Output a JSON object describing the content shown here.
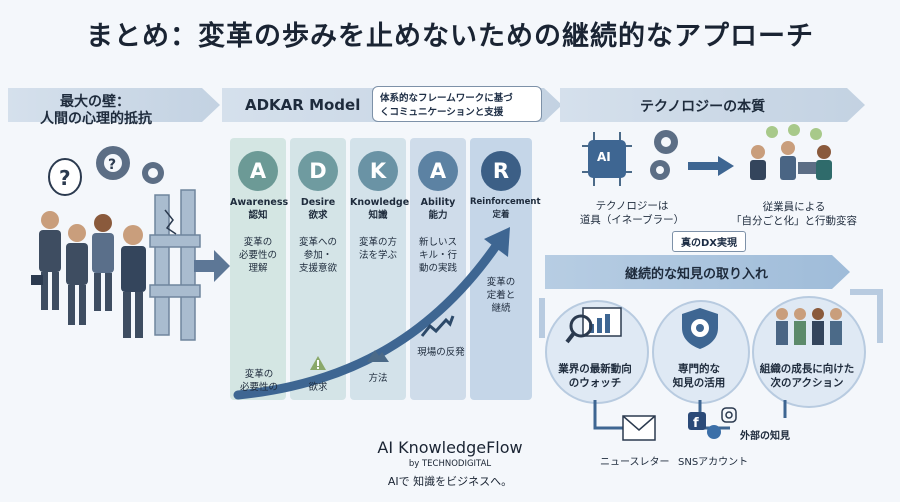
{
  "title": "まとめ：変革の歩みを止めないための継続的なアプローチ",
  "left_banner": {
    "line1": "最大の壁：",
    "line2": "人間の心理的抵抗"
  },
  "adkar": {
    "banner": "ADKAR Model",
    "callout_line1": "体系的なフレームワークに基づ",
    "callout_line2": "くコミュニケーションと支援",
    "columns": [
      {
        "letter": "A",
        "en": "Awareness",
        "ja": "認知",
        "desc": [
          "変革の",
          "必要性の",
          "理解"
        ],
        "color": "#6c9a96"
      },
      {
        "letter": "D",
        "en": "Desire",
        "ja": "欲求",
        "desc": [
          "変革への",
          "参加・",
          "支援意欲"
        ],
        "color": "#6f9ba0"
      },
      {
        "letter": "K",
        "en": "Knowledge",
        "ja": "知識",
        "desc": [
          "変革の方",
          "法を学ぶ"
        ],
        "color": "#6a93a5"
      },
      {
        "letter": "A",
        "en": "Ability",
        "ja": "能力",
        "desc": [
          "新しいス",
          "キル・行",
          "動の実践"
        ],
        "color": "#5c82a3"
      },
      {
        "letter": "R",
        "en": "Reinforcement",
        "ja": "定着",
        "desc": [
          "変革の",
          "定着と",
          "継続"
        ],
        "color": "#3c5f86"
      }
    ],
    "bottom_labels": {
      "awareness": [
        "変革の",
        "必要性の"
      ],
      "desire": "欲求",
      "knowledge": "方法",
      "ability": "現場の反発"
    }
  },
  "technology": {
    "banner": "テクノロジーの本質",
    "chip_label": "AI",
    "tool_caption": [
      "テクノロジーは",
      "道具（イネーブラー）"
    ],
    "people_caption": [
      "従業員による",
      "「自分ごと化」と行動変容"
    ],
    "dx_badge": "真のDX実現"
  },
  "continuous": {
    "banner": "継続的な知見の取り入れ",
    "nodes": [
      {
        "label": [
          "業界の最新動向",
          "のウォッチ"
        ]
      },
      {
        "label": [
          "専門的な",
          "知見の活用"
        ]
      },
      {
        "label": [
          "組織の成長に向けた",
          "次のアクション"
        ]
      }
    ],
    "sources": {
      "newsletter": "ニュースレター",
      "sns": "SNSアカウント",
      "external": "外部の知見"
    }
  },
  "brand": {
    "name": "AI KnowledgeFlow",
    "by": "by TECHNODIGITAL",
    "tagline": "AIで 知識をビジネスへ。"
  }
}
